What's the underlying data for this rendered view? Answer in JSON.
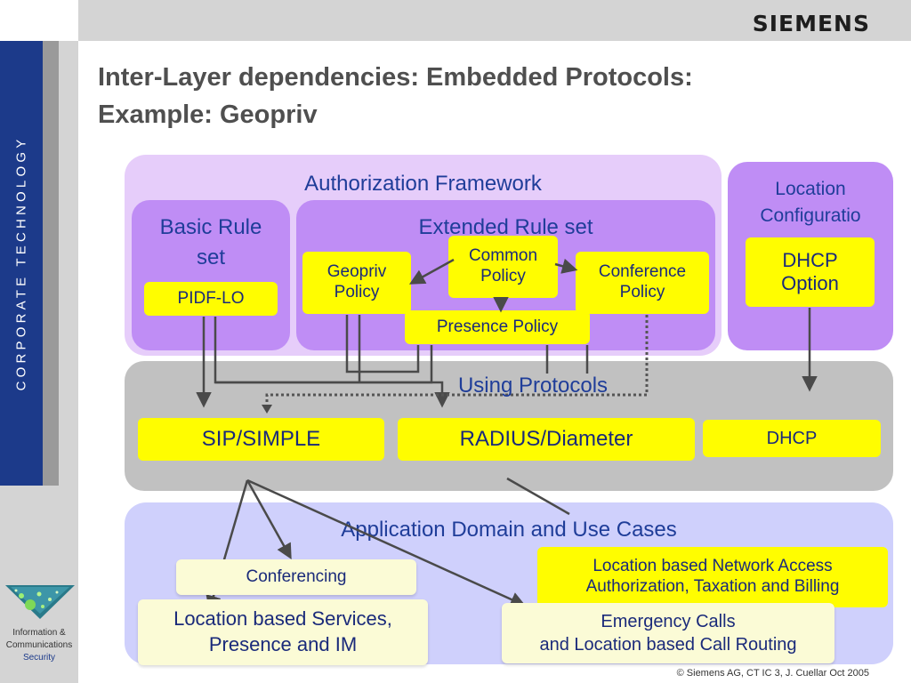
{
  "brand": {
    "logo": "SIEMENS",
    "sidebar_text": "CORPORATE TECHNOLOGY",
    "division_line1": "Information &",
    "division_line2": "Communications",
    "division_line3": "Security"
  },
  "slide": {
    "title_line1": "Inter-Layer dependencies: Embedded Protocols:",
    "title_line2": "Example: Geopriv",
    "footer": "© Siemens AG, CT IC 3, J. Cuellar  Oct 2005"
  },
  "diagram": {
    "auth_framework": "Authorization Framework",
    "basic_rule_line1": "Basic Rule",
    "basic_rule_line2": "set",
    "pidf_lo": "PIDF-LO",
    "extended_rule": "Extended Rule set",
    "geopriv_line1": "Geopriv",
    "geopriv_line2": "Policy",
    "common_line1": "Common",
    "common_line2": "Policy",
    "conference_line1": "Conference",
    "conference_line2": "Policy",
    "presence_policy": "Presence Policy",
    "location_config_line1": "Location",
    "location_config_line2": "Configuratio",
    "dhcp_option_line1": "DHCP",
    "dhcp_option_line2": "Option",
    "using_protocols": "Using Protocols",
    "sip_simple": "SIP/SIMPLE",
    "radius": "RADIUS/Diameter",
    "dhcp": "DHCP",
    "app_domain": "Application Domain and Use Cases",
    "conferencing": "Conferencing",
    "lbs_line1": "Location based Services,",
    "lbs_line2": "Presence and IM",
    "lbna_line1": "Location based Network Access",
    "lbna_line2": "Authorization, Taxation and Billing",
    "emergency_line1": "Emergency Calls",
    "emergency_line2": "and Location based Call Routing"
  },
  "colors": {
    "sidebar_blue": "#1c3a8a",
    "panel_lilac": "#e6cdfa",
    "panel_purple": "#bf8df5",
    "protocol_grey": "#c1c1c1",
    "app_blue": "#cfd0fc",
    "box_yellow": "#fffd00",
    "text_blue": "#1f3d99"
  }
}
